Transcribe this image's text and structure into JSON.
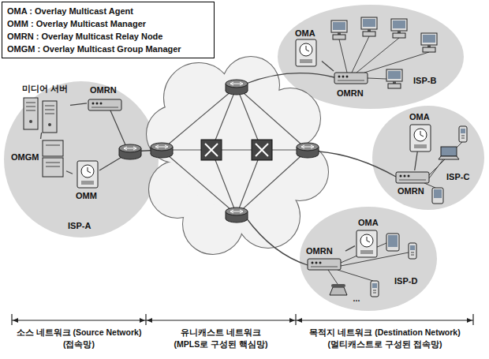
{
  "diagram": {
    "nodes": [
      {
        "text": [
          "OMA : Overlay Multicast Agent",
          "OMM : Overlay Multicast Manager",
          "OMRN : Overlay Multicast Relay Node",
          "OMGM : Overlay Multicast Group Manager"
        ]
      },
      {
        "text": [
          "ISP-A"
        ]
      },
      {
        "text": [
          "미디어 서버"
        ],
        "in": 1
      },
      {
        "text": [
          "OMRN"
        ],
        "in": 1
      },
      {
        "text": [
          "OMGM"
        ],
        "in": 1
      },
      {
        "text": [
          "OMM"
        ],
        "in": 1
      },
      {
        "text": [
          "ISP-B"
        ]
      },
      {
        "text": [
          "OMA"
        ],
        "in": 6
      },
      {
        "text": [
          "OMRN"
        ],
        "in": 6
      },
      {
        "text": [
          "ISP-C"
        ]
      },
      {
        "text": [
          "OMA"
        ],
        "in": 9
      },
      {
        "text": [
          "OMRN"
        ],
        "in": 9
      },
      {
        "text": [
          "ISP-D"
        ]
      },
      {
        "text": [
          "OMA"
        ],
        "in": 12
      },
      {
        "text": [
          "OMRN"
        ],
        "in": 12
      }
    ],
    "edges": [
      {
        "from": 2,
        "to": 3,
        "arrow": "none"
      },
      {
        "from": 4,
        "to": 2,
        "arrow": "none"
      },
      {
        "from": 5,
        "to": 4,
        "arrow": "none"
      },
      {
        "from": 7,
        "to": 8,
        "arrow": "none"
      },
      {
        "from": 10,
        "to": 11,
        "arrow": "none"
      },
      {
        "from": 13,
        "to": 14,
        "arrow": "none"
      }
    ],
    "labels": [
      "...",
      "소스 네트워크 (Source Network)",
      "(접속망)",
      "유니캐스트 네트워크",
      "(MPLS로 구성된 핵심망)",
      "목적지 네트워크 (Destination Network)",
      "(멀티캐스트로 구성된 접속망)"
    ]
  }
}
